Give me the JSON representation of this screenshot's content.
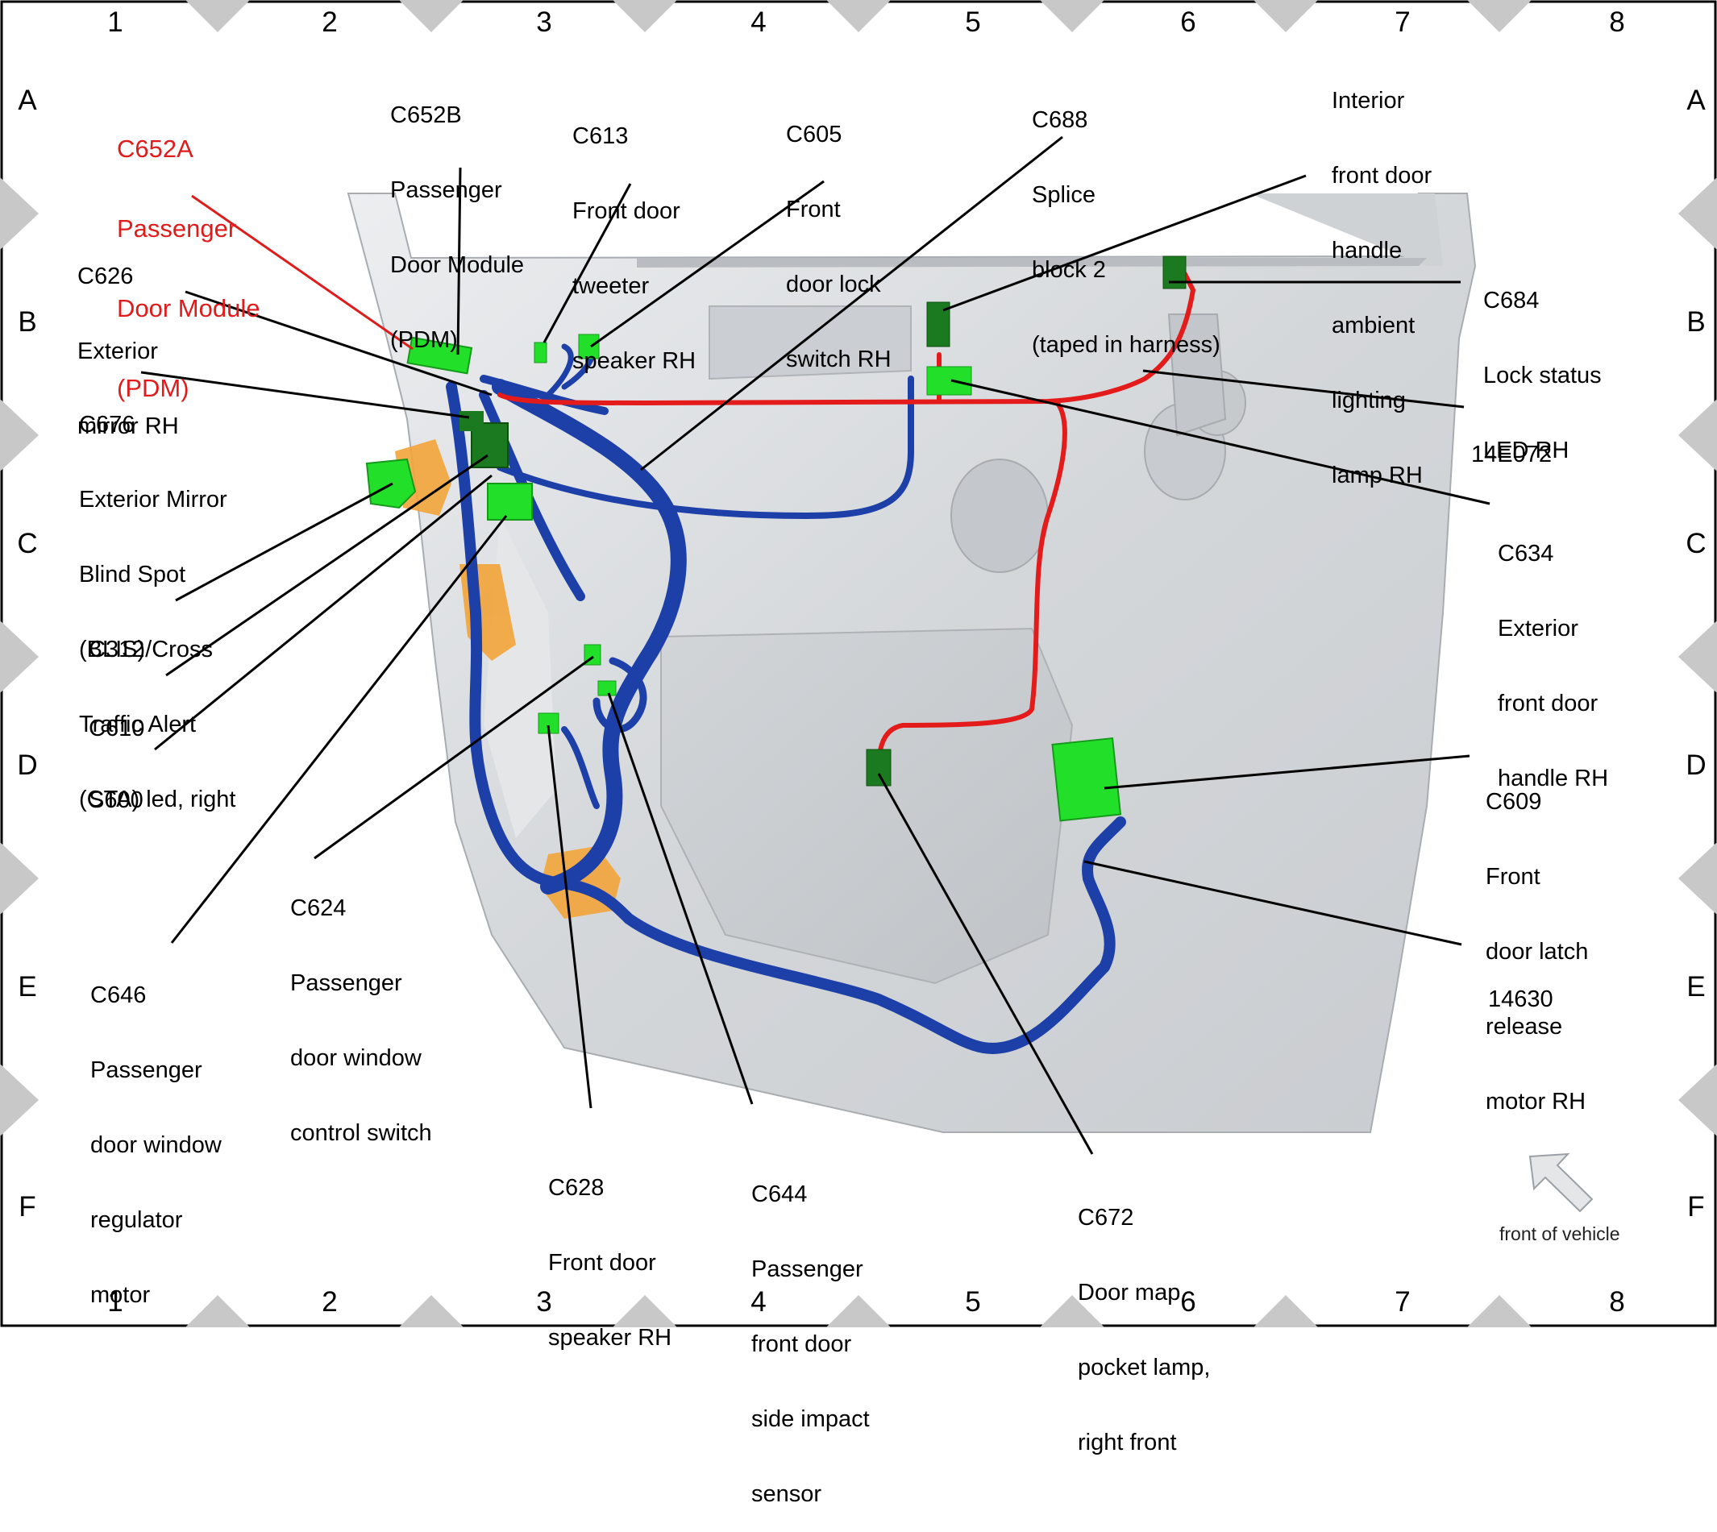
{
  "grid": {
    "columns": [
      "1",
      "2",
      "3",
      "4",
      "5",
      "6",
      "7",
      "8"
    ],
    "rows": [
      "A",
      "B",
      "C",
      "D",
      "E",
      "F"
    ]
  },
  "labels": {
    "c652a": [
      "C652A",
      "Passenger",
      "Door Module",
      "(PDM)"
    ],
    "c652b": [
      "C652B",
      "Passenger",
      "Door Module",
      "(PDM)"
    ],
    "c613": [
      "C613",
      "Front door",
      "tweeter",
      "speaker RH"
    ],
    "c605": [
      "C605",
      "Front",
      "door lock",
      "switch RH"
    ],
    "c688": [
      "C688",
      "Splice",
      "block 2",
      "(taped in harness)"
    ],
    "interior_handle": [
      "Interior",
      "front door",
      "handle",
      "ambient",
      "lighting",
      "lamp RH"
    ],
    "c626": [
      "C626",
      "Exterior",
      "mirror RH"
    ],
    "c684": [
      "C684",
      "Lock status",
      "LED RH"
    ],
    "c676": [
      "C676",
      "Exterior Mirror",
      "Blind Spot",
      "(BLIS)/Cross",
      "Traffic Alert",
      "(CTA) led, right"
    ],
    "h14e072": [
      "14E072"
    ],
    "c634": [
      "C634",
      "Exterior",
      "front door",
      "handle RH"
    ],
    "c312": [
      "C312"
    ],
    "c610": [
      "C610"
    ],
    "s600": [
      "S600"
    ],
    "c609": [
      "C609",
      "Front",
      "door latch",
      "release",
      "motor RH"
    ],
    "c624": [
      "C624",
      "Passenger",
      "door window",
      "control switch"
    ],
    "h14630": [
      "14630"
    ],
    "c646": [
      "C646",
      "Passenger",
      "door window",
      "regulator",
      "motor"
    ],
    "c628": [
      "C628",
      "Front door",
      "speaker RH"
    ],
    "c644": [
      "C644",
      "Passenger",
      "front door",
      "side impact",
      "sensor"
    ],
    "c672": [
      "C672",
      "Door map",
      "pocket lamp,",
      "right front"
    ]
  },
  "front_of_vehicle": "front of vehicle",
  "colors": {
    "harness_blue": "#1d3fa8",
    "harness_red": "#e31b1b",
    "connector_green": "#22e02a",
    "connector_dark_green": "#1b7a1f",
    "foam_orange": "#f2a43a",
    "door_panel": "#d9dbdd",
    "highlight_label": "#e01b1b"
  }
}
